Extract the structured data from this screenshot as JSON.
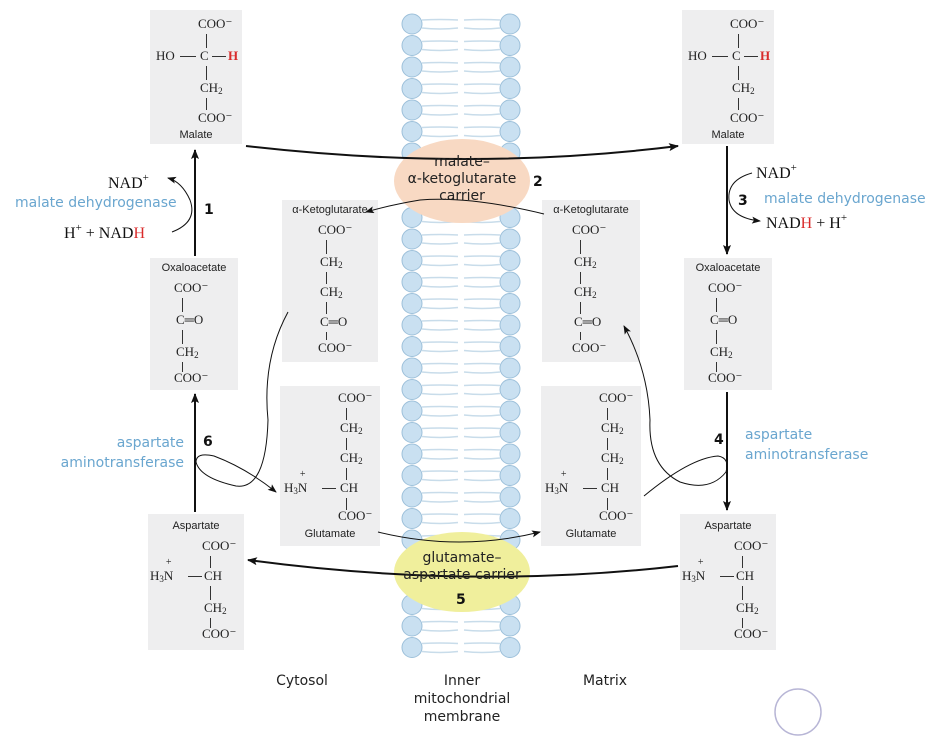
{
  "molecules": {
    "malate_cytosol": {
      "name": "Malate",
      "top": "COO⁻",
      "left_group": "HO",
      "center": "C",
      "right_group": "H",
      "ch2": "CH",
      "bottom": "COO⁻"
    },
    "malate_matrix": {
      "name": "Malate",
      "top": "COO⁻",
      "left_group": "HO",
      "center": "C",
      "right_group": "H",
      "ch2": "CH",
      "bottom": "COO⁻"
    },
    "oxaloacetate_cytosol": {
      "name": "Oxaloacetate",
      "top": "COO⁻",
      "keto": "C═O",
      "ch2": "CH",
      "bottom": "COO⁻"
    },
    "oxaloacetate_matrix": {
      "name": "Oxaloacetate",
      "top": "COO⁻",
      "keto": "C═O",
      "ch2": "CH",
      "bottom": "COO⁻"
    },
    "akg_cytosol": {
      "name": "α-Ketoglutarate",
      "top": "COO⁻",
      "ch2a": "CH",
      "ch2b": "CH",
      "keto": "C═O",
      "bottom": "COO⁻"
    },
    "akg_matrix": {
      "name": "α-Ketoglutarate",
      "top": "COO⁻",
      "ch2a": "CH",
      "ch2b": "CH",
      "keto": "C═O",
      "bottom": "COO⁻"
    },
    "glutamate_cytosol": {
      "name": "Glutamate",
      "top": "COO⁻",
      "ch2a": "CH",
      "ch2b": "CH",
      "amine": "H",
      "amine_n": "N",
      "ch": "CH",
      "bottom": "COO⁻"
    },
    "glutamate_matrix": {
      "name": "Glutamate",
      "top": "COO⁻",
      "ch2a": "CH",
      "ch2b": "CH",
      "amine": "H",
      "amine_n": "N",
      "ch": "CH",
      "bottom": "COO⁻"
    },
    "aspartate_cytosol": {
      "name": "Aspartate",
      "top": "COO⁻",
      "amine": "H",
      "amine_n": "N",
      "ch": "CH",
      "ch2": "CH",
      "bottom": "COO⁻"
    },
    "aspartate_matrix": {
      "name": "Aspartate",
      "top": "COO⁻",
      "amine": "H",
      "amine_n": "N",
      "ch": "CH",
      "ch2": "CH",
      "bottom": "COO⁻"
    }
  },
  "subscripts": {
    "two": "2",
    "three": "3"
  },
  "charges": {
    "plus": "+"
  },
  "steps": {
    "s1": {
      "number": "1",
      "enzyme": "malate dehydrogenase",
      "cofactor_out": "NAD",
      "cofactor_in_prefix": "H",
      "cofactor_in_mid": " + NAD",
      "cofactor_in_h": "H"
    },
    "s2": {
      "number": "2",
      "carrier_line1": "malate–",
      "carrier_line2": "α-ketoglutarate",
      "carrier_line3": "carrier"
    },
    "s3": {
      "number": "3",
      "enzyme": "malate dehydrogenase",
      "cofactor_in": "NAD",
      "cofactor_out_prefix": "NAD",
      "cofactor_out_h": "H",
      "cofactor_out_suffix": " + H"
    },
    "s4": {
      "number": "4",
      "enzyme_line1": "aspartate",
      "enzyme_line2": "aminotransferase"
    },
    "s5": {
      "number": "5",
      "carrier_line1": "glutamate–",
      "carrier_line2": "aspartate carrier"
    },
    "s6": {
      "number": "6",
      "enzyme_line1": "aspartate",
      "enzyme_line2": "aminotransferase"
    }
  },
  "regions": {
    "cytosol": "Cytosol",
    "membrane_line1": "Inner",
    "membrane_line2": "mitochondrial",
    "membrane_line3": "membrane",
    "matrix": "Matrix"
  },
  "colors": {
    "enzyme_text": "#6aa6cf",
    "highlight_h": "#d92b2b",
    "lipid_head_fill": "#c9e0f1",
    "lipid_head_stroke": "#9dc0da",
    "carrier_malate_akg": "#f8d9c3",
    "carrier_glu_asp": "#f0ef9c",
    "molecule_box": "#eeeeef"
  }
}
